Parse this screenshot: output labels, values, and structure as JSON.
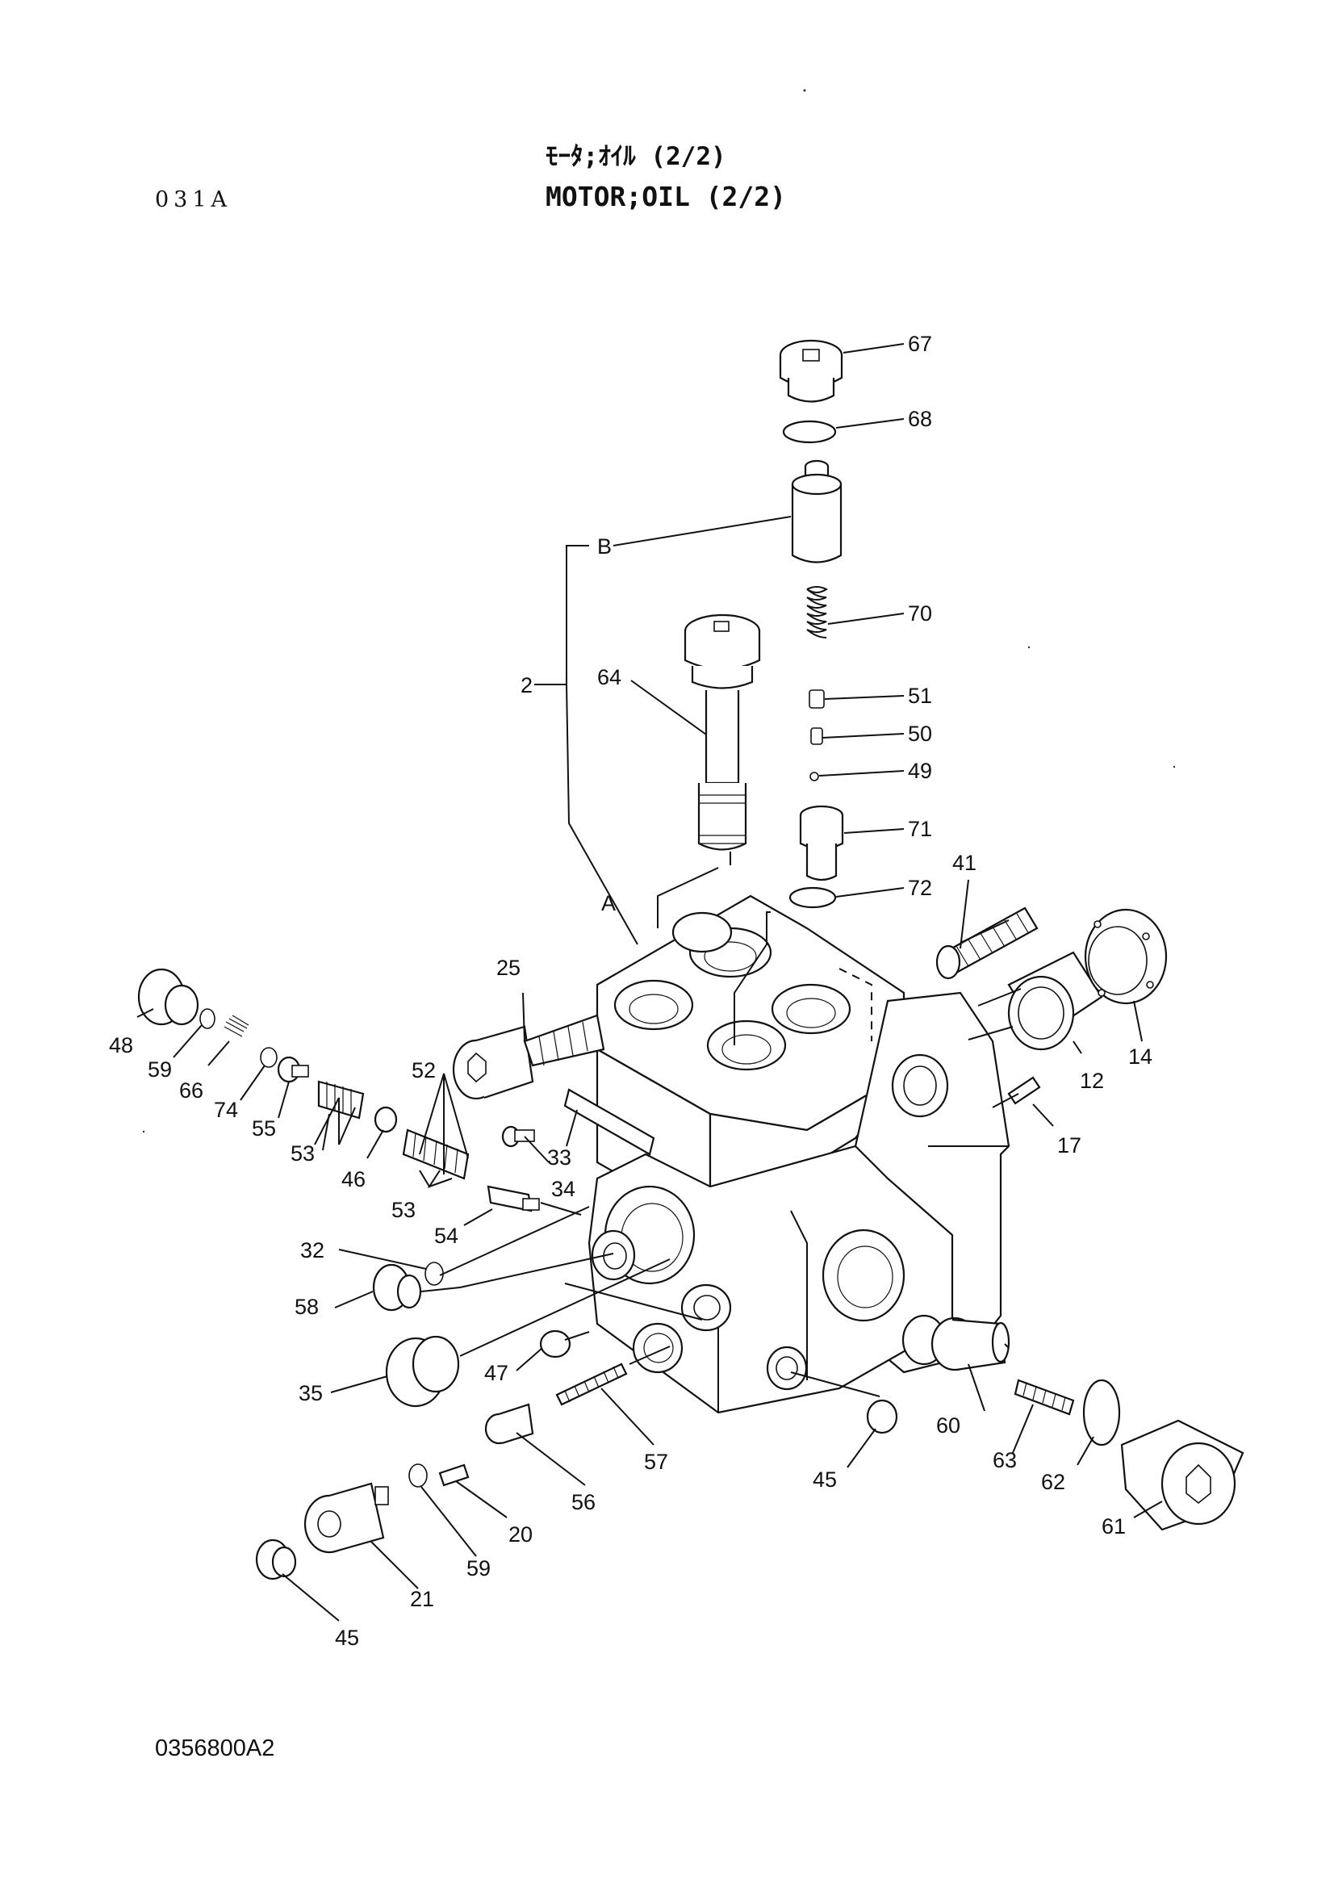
{
  "header": {
    "code": "031A",
    "title_jp": "ﾓｰﾀ;ｵｲﾙ (2/2)",
    "title_en": "MOTOR;OIL (2/2)"
  },
  "footer": {
    "drawing_number": "0356800A2"
  },
  "callouts": [
    {
      "id": "c67",
      "label": "67"
    },
    {
      "id": "c68",
      "label": "68"
    },
    {
      "id": "cB",
      "label": "B"
    },
    {
      "id": "c70",
      "label": "70"
    },
    {
      "id": "c2",
      "label": "2"
    },
    {
      "id": "c64",
      "label": "64"
    },
    {
      "id": "c51",
      "label": "51"
    },
    {
      "id": "c50",
      "label": "50"
    },
    {
      "id": "c49",
      "label": "49"
    },
    {
      "id": "c71",
      "label": "71"
    },
    {
      "id": "c41",
      "label": "41"
    },
    {
      "id": "c72",
      "label": "72"
    },
    {
      "id": "cA",
      "label": "A"
    },
    {
      "id": "c25",
      "label": "25"
    },
    {
      "id": "c14",
      "label": "14"
    },
    {
      "id": "c12",
      "label": "12"
    },
    {
      "id": "c48",
      "label": "48"
    },
    {
      "id": "c59a",
      "label": "59"
    },
    {
      "id": "c66",
      "label": "66"
    },
    {
      "id": "c74",
      "label": "74"
    },
    {
      "id": "c55",
      "label": "55"
    },
    {
      "id": "c52",
      "label": "52"
    },
    {
      "id": "c53a",
      "label": "53"
    },
    {
      "id": "c46",
      "label": "46"
    },
    {
      "id": "c33",
      "label": "33"
    },
    {
      "id": "c34",
      "label": "34"
    },
    {
      "id": "c17",
      "label": "17"
    },
    {
      "id": "c53b",
      "label": "53"
    },
    {
      "id": "c54",
      "label": "54"
    },
    {
      "id": "c32",
      "label": "32"
    },
    {
      "id": "c58",
      "label": "58"
    },
    {
      "id": "c35",
      "label": "35"
    },
    {
      "id": "c47",
      "label": "47"
    },
    {
      "id": "c57",
      "label": "57"
    },
    {
      "id": "c60",
      "label": "60"
    },
    {
      "id": "c63",
      "label": "63"
    },
    {
      "id": "c45a",
      "label": "45"
    },
    {
      "id": "c62",
      "label": "62"
    },
    {
      "id": "c56",
      "label": "56"
    },
    {
      "id": "c20",
      "label": "20"
    },
    {
      "id": "c61",
      "label": "61"
    },
    {
      "id": "c59b",
      "label": "59"
    },
    {
      "id": "c21",
      "label": "21"
    },
    {
      "id": "c45b",
      "label": "45"
    }
  ]
}
